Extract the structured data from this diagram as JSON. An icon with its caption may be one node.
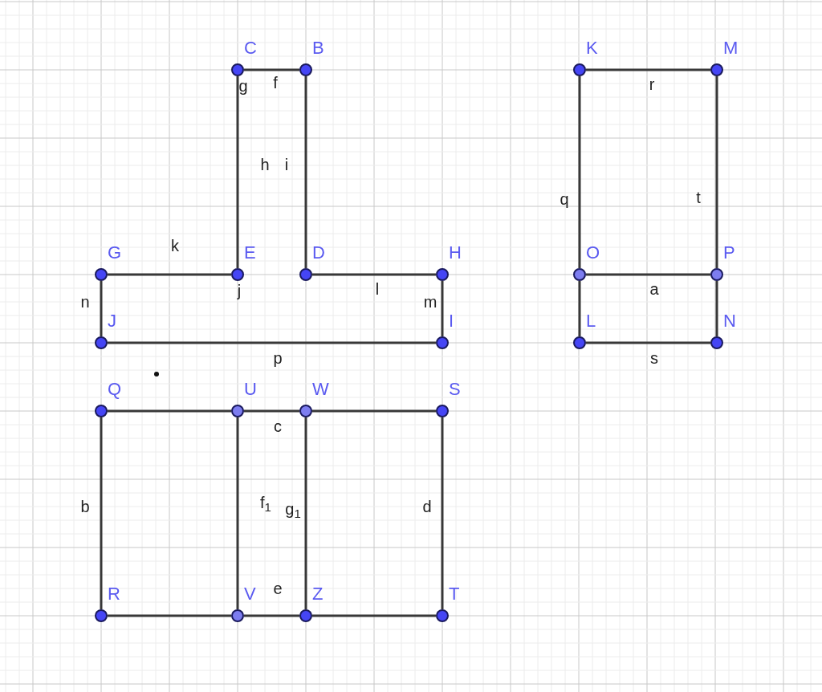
{
  "diagram": {
    "nodes": [
      {
        "text": [],
        "shape": "circle",
        "beside": [
          "C"
        ]
      },
      {
        "text": [],
        "shape": "circle",
        "beside": [
          "B"
        ]
      },
      {
        "text": [],
        "shape": "circle",
        "beside": [
          "K"
        ]
      },
      {
        "text": [],
        "shape": "circle",
        "beside": [
          "M"
        ]
      },
      {
        "text": [],
        "shape": "circle",
        "beside": [
          "G"
        ]
      },
      {
        "text": [],
        "shape": "circle",
        "beside": [
          "E"
        ]
      },
      {
        "text": [],
        "shape": "circle",
        "beside": [
          "D"
        ]
      },
      {
        "text": [],
        "shape": "circle",
        "beside": [
          "H"
        ]
      },
      {
        "text": [],
        "shape": "circle",
        "beside": [
          "O"
        ]
      },
      {
        "text": [],
        "shape": "circle",
        "beside": [
          "P"
        ]
      },
      {
        "text": [],
        "shape": "circle",
        "beside": [
          "J"
        ]
      },
      {
        "text": [],
        "shape": "circle",
        "beside": [
          "I"
        ]
      },
      {
        "text": [],
        "shape": "circle",
        "beside": [
          "L"
        ]
      },
      {
        "text": [],
        "shape": "circle",
        "beside": [
          "N"
        ]
      },
      {
        "text": [],
        "shape": "circle",
        "beside": [
          "Q"
        ]
      },
      {
        "text": [],
        "shape": "circle",
        "beside": [
          "U"
        ]
      },
      {
        "text": [],
        "shape": "circle",
        "beside": [
          "W"
        ]
      },
      {
        "text": [],
        "shape": "circle",
        "beside": [
          "S"
        ]
      },
      {
        "text": [],
        "shape": "circle",
        "beside": [
          "R"
        ]
      },
      {
        "text": [],
        "shape": "circle",
        "beside": [
          "V"
        ]
      },
      {
        "text": [],
        "shape": "circle",
        "beside": [
          "Z"
        ]
      },
      {
        "text": [],
        "shape": "circle",
        "beside": [
          "T"
        ]
      }
    ],
    "edges": [
      {
        "from": 0,
        "to": 1,
        "arrow": "none",
        "label": "f"
      },
      {
        "from": 0,
        "to": 5,
        "arrow": "none",
        "label": "h"
      },
      {
        "from": 1,
        "to": 6,
        "arrow": "none",
        "label": "i"
      },
      {
        "from": 2,
        "to": 3,
        "arrow": "none",
        "label": "r"
      },
      {
        "from": 2,
        "to": 8,
        "arrow": "none",
        "label": "q"
      },
      {
        "from": 3,
        "to": 9,
        "arrow": "none",
        "label": "t"
      },
      {
        "from": 4,
        "to": 5,
        "arrow": "none",
        "label": "k"
      },
      {
        "from": 6,
        "to": 7,
        "arrow": "none",
        "label": "l"
      },
      {
        "from": 8,
        "to": 9,
        "arrow": "none",
        "label": "a"
      },
      {
        "from": 4,
        "to": 10,
        "arrow": "none",
        "label": "n"
      },
      {
        "from": 7,
        "to": 11,
        "arrow": "none",
        "label": "m"
      },
      {
        "from": 8,
        "to": 12,
        "arrow": "none"
      },
      {
        "from": 9,
        "to": 13,
        "arrow": "none"
      },
      {
        "from": 10,
        "to": 11,
        "arrow": "none",
        "label": "p"
      },
      {
        "from": 12,
        "to": 13,
        "arrow": "none",
        "label": "s"
      },
      {
        "from": 14,
        "to": 15,
        "arrow": "none"
      },
      {
        "from": 15,
        "to": 16,
        "arrow": "none",
        "label": "c"
      },
      {
        "from": 16,
        "to": 17,
        "arrow": "none"
      },
      {
        "from": 14,
        "to": 18,
        "arrow": "none",
        "label": "b"
      },
      {
        "from": 15,
        "to": 19,
        "arrow": "none",
        "label": "f$_{1}$"
      },
      {
        "from": 16,
        "to": 20,
        "arrow": "none",
        "label": "g$_{1}$"
      },
      {
        "from": 17,
        "to": 21,
        "arrow": "none",
        "label": "d"
      },
      {
        "from": 18,
        "to": 19,
        "arrow": "none"
      },
      {
        "from": 19,
        "to": 20,
        "arrow": "none",
        "label": "e"
      },
      {
        "from": 20,
        "to": 21,
        "arrow": "none"
      }
    ],
    "labels": [
      "g",
      "j"
    ]
  }
}
